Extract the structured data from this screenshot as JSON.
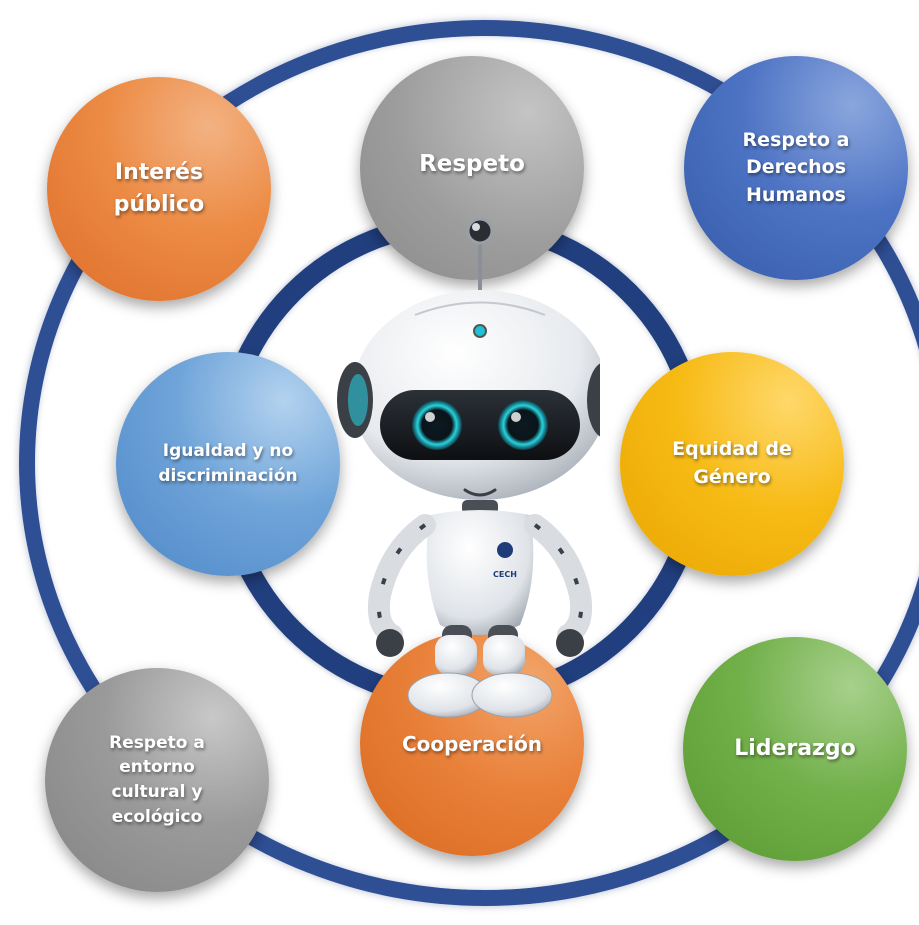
{
  "diagram": {
    "nodes": [
      {
        "id": "interes",
        "label": "Interés\npúblico",
        "color": "#ec8a43"
      },
      {
        "id": "respeto",
        "label": "Respeto",
        "color": "#9d9d9d"
      },
      {
        "id": "ddhh",
        "label": "Respeto a\nDerechos\nHumanos",
        "color": "#4d73c4"
      },
      {
        "id": "igualdad",
        "label": "Igualdad y no\ndiscriminación",
        "color": "#6fa4d9"
      },
      {
        "id": "equidad",
        "label": "Equidad de\nGénero",
        "color": "#f7bb16"
      },
      {
        "id": "entorno",
        "label": "Respeto a\nentorno\ncultural y\necológico",
        "color": "#9a9a9a"
      },
      {
        "id": "cooperacion",
        "label": "Cooperación",
        "color": "#e9813a"
      },
      {
        "id": "liderazgo",
        "label": "Liderazgo",
        "color": "#72b04a"
      }
    ],
    "rings": {
      "outer_color": "#2f4f95",
      "inner_color": "#213f7e"
    },
    "center_image": {
      "icon": "robot-icon",
      "chest_logo_text": "CECH"
    }
  }
}
